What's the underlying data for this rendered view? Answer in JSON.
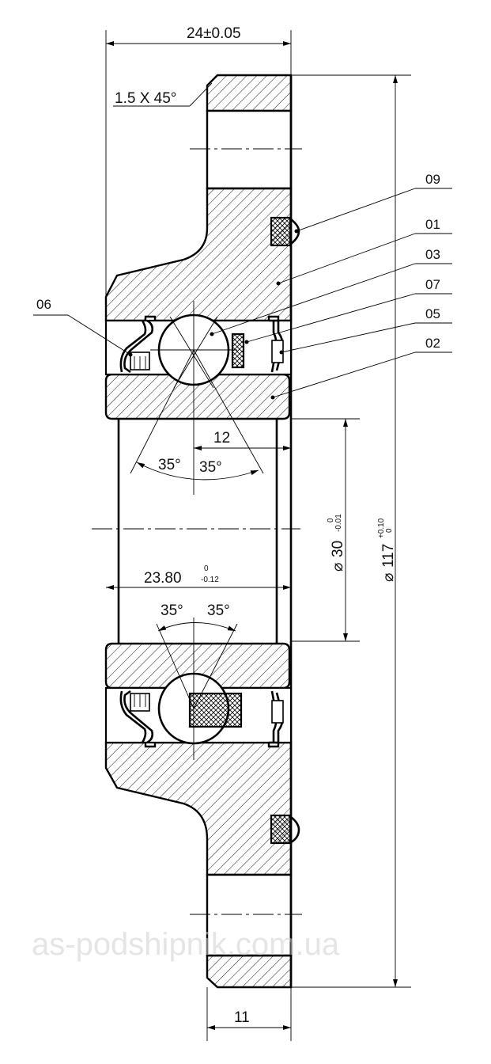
{
  "dimensions": {
    "width_total": "24±0.05",
    "chamfer": "1.5 X 45°",
    "bore_width": "12",
    "bore_diameter_symbol": "⌀",
    "bore_diameter_value": "30",
    "bore_diameter_tol_upper": "0",
    "bore_diameter_tol_lower": "-0.01",
    "outer_diameter_value": "117",
    "outer_diameter_tol_upper": "+0.10",
    "outer_diameter_tol_lower": "0",
    "inner_ring_width": "23.80",
    "inner_ring_tol_upper": "0",
    "inner_ring_tol_lower": "-0.12",
    "contact_angle": "35°",
    "flange_width": "11"
  },
  "part_labels": {
    "p09": "09",
    "p01": "01",
    "p03": "03",
    "p07": "07",
    "p05": "05",
    "p02": "02",
    "p06": "06"
  },
  "watermark": "as-podshipnik.com.ua"
}
